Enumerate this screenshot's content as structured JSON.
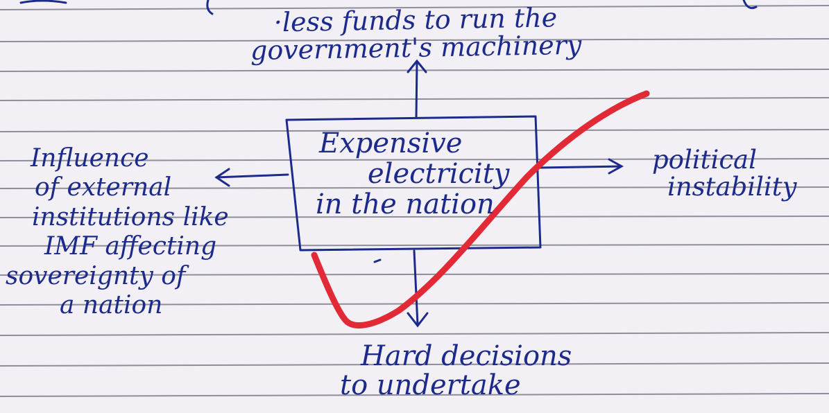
{
  "diagram": {
    "top_note": [
      "·less funds to run the",
      "government's machinery"
    ],
    "center_box": [
      "Expensive",
      "electricity",
      "in the nation"
    ],
    "left_note": [
      "Influence",
      "of external",
      "institutions like",
      "IMF affecting",
      "sovereignty of",
      "a nation"
    ],
    "right_note": [
      "political",
      "instability"
    ],
    "bottom_note": [
      "Hard decisions",
      "to undertake"
    ],
    "colors": {
      "ink": "#1c2a8c",
      "rule_line": "#8e8e9a",
      "check_mark": "#e22a36",
      "paper": "#f2f0f4"
    }
  }
}
